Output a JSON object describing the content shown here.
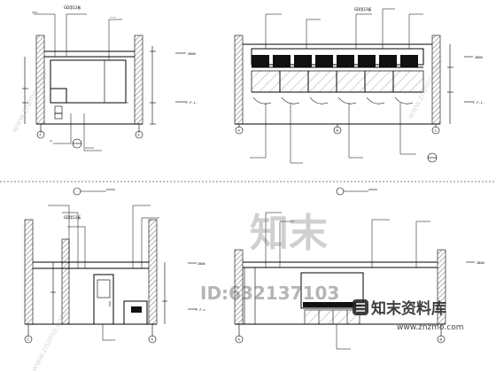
{
  "watermark": {
    "logo_text": "知末",
    "id_text": "ID:632137103",
    "brand": "知末资料库",
    "url": "www.znzmo.com",
    "diagonal": "www.znzmo.com"
  },
  "panels": {
    "top_left": {
      "level_top": "2800",
      "level_floor": "F.F.L.",
      "callouts": [
        "GD用12板"
      ],
      "axis_labels": [
        "F",
        "E"
      ]
    },
    "top_right": {
      "level_top": "2800",
      "level_floor": "F.F.L.",
      "callouts": [
        "GD用12板"
      ],
      "axis_labels": [
        "A",
        "B",
        "C"
      ]
    },
    "bottom_left": {
      "level_top": "2800",
      "level_floor": "F.F.L.",
      "callouts": [
        "GD用12板"
      ],
      "axis_labels": [
        "C",
        "A"
      ]
    },
    "bottom_right": {
      "level_top": "2800",
      "level_floor": "F.F.L.",
      "axis_labels": [
        "A",
        "B"
      ]
    }
  }
}
